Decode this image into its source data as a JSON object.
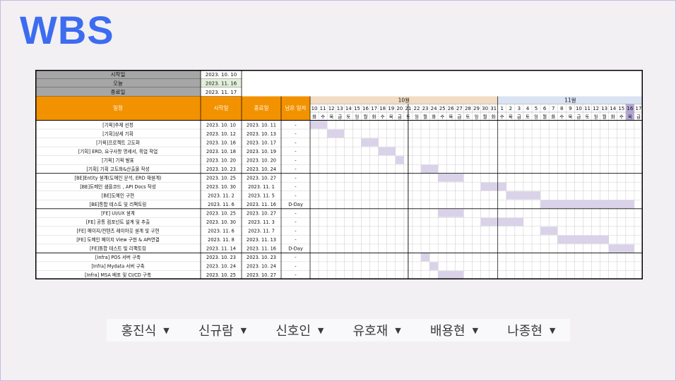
{
  "title": "WBS",
  "meta": [
    {
      "label": "시작일",
      "value": "2023. 10. 10"
    },
    {
      "label": "오늘",
      "value": "2023. 11. 16"
    },
    {
      "label": "종료일",
      "value": "2023. 11. 17"
    }
  ],
  "headers": {
    "task": "일정",
    "start": "시작일",
    "end": "종료일",
    "remain": "남은 일자"
  },
  "months": [
    {
      "label": "10월",
      "color": "#f2dcc4",
      "days": 22
    },
    {
      "label": "11월",
      "color": "#dae3f2",
      "days": 17
    }
  ],
  "days": [
    10,
    11,
    12,
    13,
    14,
    15,
    16,
    17,
    18,
    19,
    20,
    21,
    22,
    23,
    24,
    25,
    26,
    27,
    28,
    29,
    30,
    31,
    1,
    2,
    3,
    4,
    5,
    6,
    7,
    8,
    9,
    10,
    11,
    12,
    13,
    14,
    15,
    16,
    17
  ],
  "weekdays": [
    "화",
    "수",
    "목",
    "금",
    "토",
    "일",
    "월",
    "화",
    "수",
    "목",
    "금",
    "토",
    "일",
    "월",
    "화",
    "수",
    "목",
    "금",
    "토",
    "일",
    "월",
    "화",
    "수",
    "목",
    "금",
    "토",
    "일",
    "월",
    "화",
    "수",
    "목",
    "금",
    "토",
    "일",
    "월",
    "화",
    "수",
    "목",
    "금"
  ],
  "today_index": 37,
  "colors": {
    "header_orange": "#f39200",
    "meta_gray": "#a6a6a6",
    "today_green": "#e2efda",
    "bar": "#d9d2e9",
    "title_blue": "#3d6cf0"
  },
  "tasks": [
    {
      "name": "[기획]주제 선정",
      "start": "2023. 10. 10",
      "end": "2023. 10. 11",
      "remain": "-",
      "bar": [
        0,
        2
      ]
    },
    {
      "name": "[기획]상세 기획",
      "start": "2023. 10. 12",
      "end": "2023. 10. 13",
      "remain": "-",
      "bar": [
        2,
        2
      ]
    },
    {
      "name": "[기획]프로젝트 고도화",
      "start": "2023. 10. 16",
      "end": "2023. 10. 17",
      "remain": "-",
      "bar": [
        6,
        2
      ]
    },
    {
      "name": "[기획] ERD, 요구사항 명세서, 목업 작업",
      "start": "2023. 10. 18",
      "end": "2023. 10. 19",
      "remain": "-",
      "bar": [
        8,
        2
      ]
    },
    {
      "name": "[기획] 기획 발표",
      "start": "2023. 10. 20",
      "end": "2023. 10. 20",
      "remain": "-",
      "bar": [
        10,
        1
      ]
    },
    {
      "name": "[기획] 기획 고도화&산출물 작성",
      "start": "2023. 10. 23",
      "end": "2023. 10. 24",
      "remain": "-",
      "bar": [
        13,
        2
      ]
    },
    {
      "name": "[BE]Entity 설계(도메인 분석, ERD 재설계)",
      "start": "2023. 10. 25",
      "end": "2023. 10. 27",
      "remain": "-",
      "bar": [
        15,
        3
      ]
    },
    {
      "name": "[BE]도메인 샘플코드 , API Docs 작성",
      "start": "2023. 10. 30",
      "end": "2023. 11. 1",
      "remain": "-",
      "bar": [
        20,
        3
      ]
    },
    {
      "name": "[BE]도메인 구현",
      "start": "2023. 11. 2",
      "end": "2023. 11. 5",
      "remain": "-",
      "bar": [
        23,
        4
      ]
    },
    {
      "name": "[BE]통합 테스트 및 리팩토링",
      "start": "2023. 11. 6",
      "end": "2023. 11. 16",
      "remain": "D-Day",
      "bar": [
        27,
        11
      ]
    },
    {
      "name": "[FE] UI/UX 설계",
      "start": "2023. 10. 25",
      "end": "2023. 10. 27",
      "remain": "-",
      "bar": [
        15,
        3
      ]
    },
    {
      "name": "[FE] 공통 컴포넌트 설계 및 추출",
      "start": "2023. 10. 30",
      "end": "2023. 11. 3",
      "remain": "-",
      "bar": [
        20,
        5
      ]
    },
    {
      "name": "[FE] 페이지/컨텐츠 레이아웃 설계 및 구현",
      "start": "2023. 11. 6",
      "end": "2023. 11. 7",
      "remain": "-",
      "bar": [
        27,
        2
      ]
    },
    {
      "name": "[FE] 도메인 페이지 View 구현 & API연결",
      "start": "2023. 11. 8",
      "end": "2023. 11. 13",
      "remain": "-",
      "bar": [
        29,
        6
      ]
    },
    {
      "name": "[FE]통합 테스트 및 리팩토링",
      "start": "2023. 11. 14",
      "end": "2023. 11. 16",
      "remain": "D-Day",
      "bar": [
        35,
        3
      ]
    },
    {
      "name": "[Infra] POS 서버 구축",
      "start": "2023. 10. 23",
      "end": "2023. 10. 23",
      "remain": "-",
      "bar": [
        13,
        1
      ]
    },
    {
      "name": "[Infra] Mydata 서버 구축",
      "start": "2023. 10. 24",
      "end": "2023. 10. 24",
      "remain": "-",
      "bar": [
        14,
        1
      ]
    },
    {
      "name": "[Infra] MSA 배포 및 CI/CD 구축",
      "start": "2023. 10. 25",
      "end": "2023. 10. 27",
      "remain": "-",
      "bar": [
        15,
        3
      ]
    }
  ],
  "group_ends": [
    5,
    9,
    14
  ],
  "people": [
    "홍진식",
    "신규람",
    "신호인",
    "유호재",
    "배용현",
    "나종현"
  ],
  "caret_icon": "triangle-down-icon"
}
